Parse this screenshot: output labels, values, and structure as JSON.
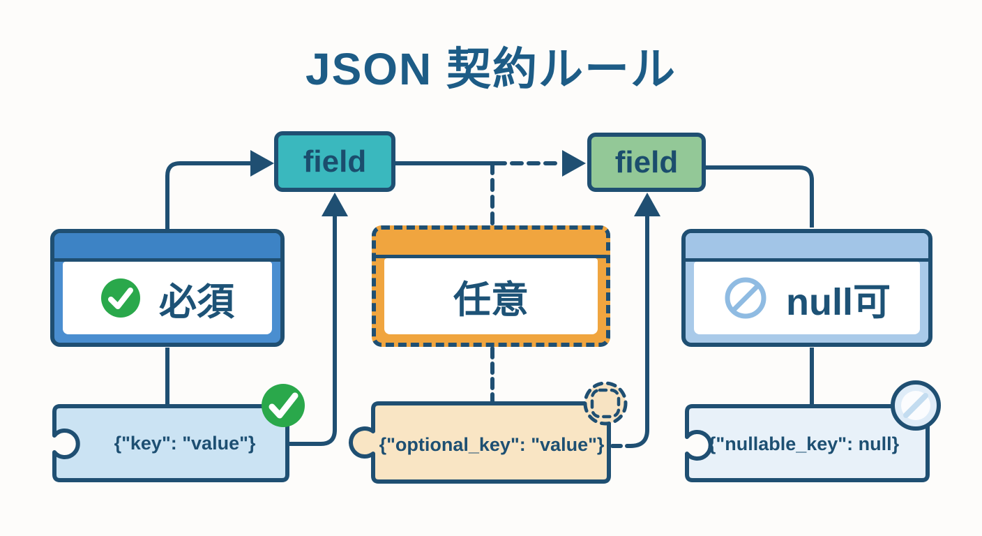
{
  "title": "JSON 契約ルール",
  "field_nodes": {
    "left": {
      "label": "field"
    },
    "right": {
      "label": "field"
    }
  },
  "rules": [
    {
      "id": "required",
      "label": "必須",
      "icon": "check-circle-icon",
      "snippet": "{\"key\": \"value\"}",
      "badge": "check-circle-badge"
    },
    {
      "id": "optional",
      "label": "任意",
      "icon": "none",
      "snippet": "{\"optional_key\": \"value\"}",
      "badge": "dashed-circle-badge"
    },
    {
      "id": "nullable",
      "label": "null可",
      "icon": "prohibition-icon",
      "snippet": "{\"nullable_key\": null}",
      "badge": "prohibition-circle-badge"
    }
  ],
  "colors": {
    "background": "#fdfcfa",
    "title_text": "#1d5c86",
    "connector_navy": "#1f4f72",
    "field_teal": "#3ab8be",
    "field_green": "#93c897",
    "required_frame_blue": "#4a8ed0",
    "required_header_blue": "#3d83c5",
    "optional_orange": "#f0a53f",
    "nullable_frame_lightblue": "#a9cae9",
    "puzzle_required_fill": "#cbe3f3",
    "puzzle_optional_fill": "#f9e5c4",
    "puzzle_nullable_fill": "#e8f1f9",
    "badge_green": "#2aa84b",
    "prohibition_lightblue": "#8fbbe2"
  }
}
